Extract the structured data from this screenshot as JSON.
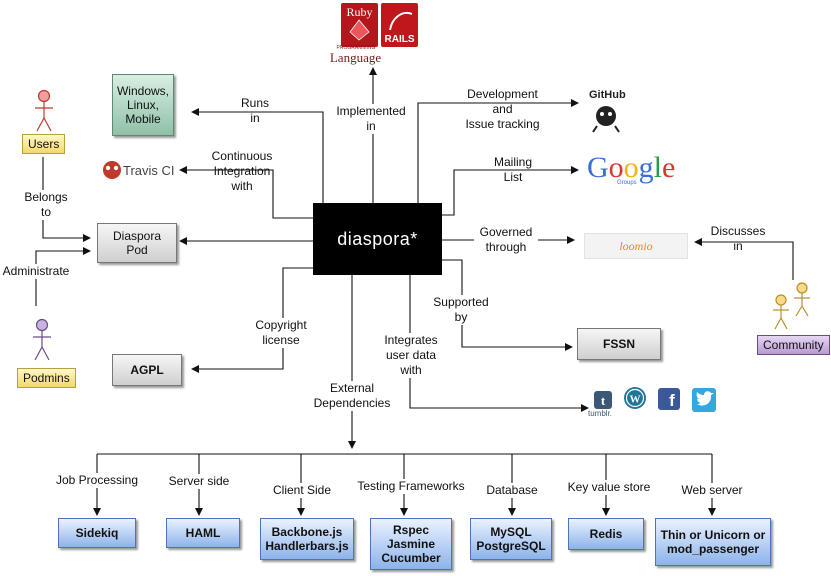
{
  "center": {
    "label": "diaspora*"
  },
  "logos": {
    "ruby": "Ruby",
    "rails": "RAILS",
    "language_small": "PROGRAMMING",
    "language": "Language",
    "travis": "Travis CI",
    "github": "GitHub",
    "google": "Google",
    "google_sub": "Groups",
    "loomio": "loomio",
    "tumblr": "tumblr."
  },
  "boxes": {
    "os": "Windows,\nLinux,\nMobile",
    "pod": "Diaspora\nPod",
    "agpl": "AGPL",
    "fssn": "FSSN"
  },
  "actors": {
    "users": "Users",
    "podmins": "Podmins",
    "community": "Community"
  },
  "edges": {
    "runs_in": "Runs\nin",
    "implemented_in": "Implemented\nin",
    "development": "Development\nand\nIssue tracking",
    "continuous": "Continuous\nIntegration\nwith",
    "mailing": "Mailing\nList",
    "belongs_to": "Belongs\nto",
    "administrate": "Administrate",
    "governed": "Governed\nthrough",
    "discusses": "Discusses\nin",
    "supported": "Supported\nby",
    "copyright": "Copyright\nlicense",
    "integrates": "Integrates\nuser data\nwith",
    "external": "External\nDependencies"
  },
  "dependencies": [
    {
      "category": "Job Processing",
      "value": "Sidekiq"
    },
    {
      "category": "Server side",
      "value": "HAML"
    },
    {
      "category": "Client Side",
      "value": "Backbone.js\nHandlerbars.js"
    },
    {
      "category": "Testing Frameworks",
      "value": "Rspec\nJasmine\nCucumber"
    },
    {
      "category": "Database",
      "value": "MySQL\nPostgreSQL"
    },
    {
      "category": "Key value store",
      "value": "Redis"
    },
    {
      "category": "Web server",
      "value": "Thin or Unicorn or\nmod_passenger"
    }
  ],
  "colors": {
    "users_label": "#f3d86a",
    "community_label": "#b99ad2",
    "os_box": "#8fc1a7",
    "dependency_box": "#8db3ea",
    "google_blue": "#3a6fd8",
    "google_red": "#d8392b",
    "google_yellow": "#f2b40f",
    "google_green": "#2c9b49",
    "ruby_red": "#b3161b"
  }
}
